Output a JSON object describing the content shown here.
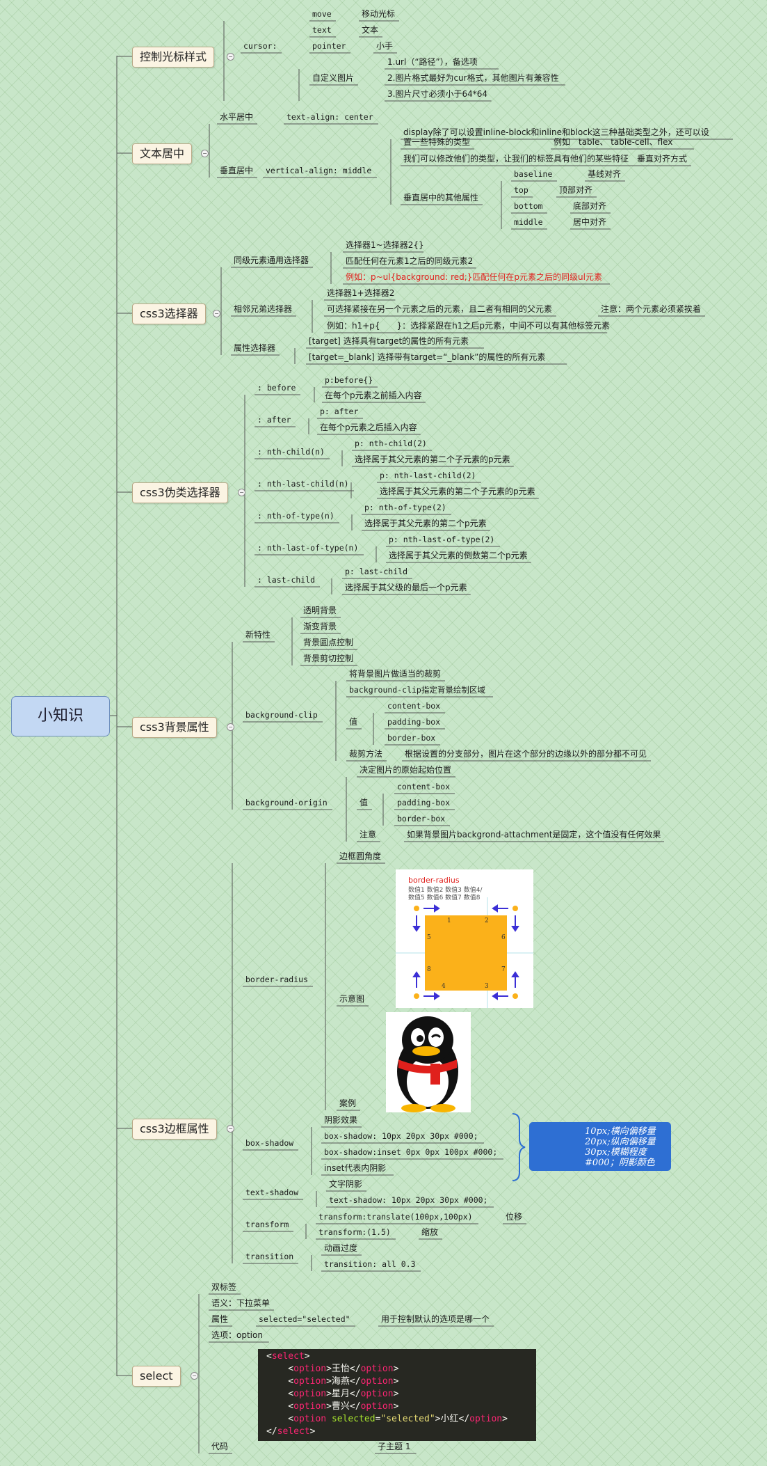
{
  "root": {
    "label": "小知识"
  },
  "branches": [
    {
      "id": "cursor",
      "label": "控制光标样式",
      "items": [
        "cursor:",
        "move",
        "移动光标",
        "text",
        "文本",
        "pointer",
        "小手",
        "自定义图片",
        "1.url（“路径”），备选项",
        "2.图片格式最好为cur格式，其他图片有兼容性",
        "3.图片尺寸必须小于64*64"
      ]
    },
    {
      "id": "text-center",
      "label": "文本居中",
      "items": [
        "水平居中",
        "text-align: center",
        "垂直居中",
        "vertical-align: middle",
        "display除了可以设置inline-block和inline和block这三种基础类型之外，还可以设",
        "置一些特殊的类型",
        "例如　table、 table-cell、flex",
        "我们可以修改他们的类型，让我们的标签具有他们的某些特征　垂直对齐方式",
        "垂直居中的其他属性",
        "baseline",
        "基线对齐",
        "top",
        "顶部对齐",
        "bottom",
        "底部对齐",
        "middle",
        "居中对齐"
      ]
    },
    {
      "id": "css3-selector",
      "label": "css3选择器",
      "items": [
        "同级元素通用选择器",
        "选择器1~选择器2{}",
        "匹配任何在元素1之后的同级元素2",
        "例如：p~ul{background: red;}匹配任何在p元素之后的同级ul元素",
        "相邻兄弟选择器",
        "选择器1+选择器2",
        "可选择紧接在另一个元素之后的元素，且二者有相同的父元素",
        "注意：两个元素必须紧挨着",
        "例如：h1+p{　　}：选择紧跟在h1之后p元素，中间不可以有其他标签元素",
        "属性选择器",
        "[target] 选择具有target的属性的所有元素",
        "[target=_blank] 选择带有target=“_blank”的属性的所有元素"
      ]
    },
    {
      "id": "css3-pseudo",
      "label": "css3伪类选择器",
      "items": [
        ": before",
        "p:before{}",
        "在每个p元素之前插入内容",
        ": after",
        "p: after",
        "在每个p元素之后插入内容",
        ": nth-child(n)",
        "p: nth-child(2)",
        "选择属于其父元素的第二个子元素的p元素",
        ": nth-last-child(n)",
        "p: nth-last-child(2)",
        "选择属于其父元素的第二个子元素的p元素",
        ": nth-of-type(n)",
        "p: nth-of-type(2)",
        "选择属于其父元素的第二个p元素",
        ": nth-last-of-type(n)",
        "p: nth-last-of-type(2)",
        "选择属于其父元素的倒数第二个p元素",
        ": last-child",
        "p: last-child",
        "选择属于其父级的最后一个p元素"
      ]
    },
    {
      "id": "css3-bg",
      "label": "css3背景属性",
      "items": [
        "新特性",
        "透明背景",
        "渐变背景",
        "背景圆点控制",
        "背景剪切控制",
        "background-clip",
        "将背景图片做适当的裁剪",
        "background-clip指定背景绘制区域",
        "值",
        "content-box",
        "padding-box",
        "border-box",
        "裁剪方法",
        "根据设置的分支部分，图片在这个部分的边缘以外的部分都不可见",
        "background-origin",
        "决定图片的原始起始位置",
        "值",
        "content-box",
        "padding-box",
        "border-box",
        "注意",
        "如果背景图片backgrond-attachment是固定，这个值没有任何效果"
      ]
    },
    {
      "id": "css3-border",
      "label": "css3边框属性",
      "items": [
        "border-radius",
        "边框圆角度",
        "示意图",
        "案例",
        "box-shadow",
        "阴影效果",
        "box-shadow: 10px 20px 30px #000;",
        "box-shadow:inset 0px 0px 100px #000;",
        "inset代表内阴影",
        "text-shadow",
        "文字阴影",
        "text-shadow: 10px 20px 30px #000;",
        "transform",
        "transform:translate(100px,100px)",
        "位移",
        "transform:(1.5)",
        "缩放",
        "transition",
        "动画过度",
        "transition: all 0.3"
      ]
    },
    {
      "id": "select",
      "label": "select",
      "items": [
        "双标签",
        "语义：下拉菜单",
        "属性",
        "selected=\"selected\"",
        "用于控制默认的选项是哪一个",
        "选项：option",
        "代码",
        "子主题 1"
      ]
    }
  ],
  "border_radius_image": {
    "title": "border-radius",
    "row1": "数值1  数值2  数值3  数值4/",
    "row2": "数值5  数值6  数值7  数值8",
    "corner_numbers": [
      "1",
      "2",
      "3",
      "4",
      "5",
      "6",
      "7",
      "8"
    ]
  },
  "callout": {
    "lines": [
      "10px;横向偏移量",
      "20px;纵向偏移量",
      "30px;模糊程度",
      "#000；阴影颜色"
    ]
  },
  "code_lines": [
    [
      {
        "t": "<",
        "c": "p"
      },
      {
        "t": "select",
        "c": "tag"
      },
      {
        "t": ">",
        "c": "p"
      }
    ],
    [
      {
        "t": "    <",
        "c": "p"
      },
      {
        "t": "option",
        "c": "tag"
      },
      {
        "t": ">王怡</",
        "c": "p"
      },
      {
        "t": "option",
        "c": "tag"
      },
      {
        "t": ">",
        "c": "p"
      }
    ],
    [
      {
        "t": "    <",
        "c": "p"
      },
      {
        "t": "option",
        "c": "tag"
      },
      {
        "t": ">海燕</",
        "c": "p"
      },
      {
        "t": "option",
        "c": "tag"
      },
      {
        "t": ">",
        "c": "p"
      }
    ],
    [
      {
        "t": "    <",
        "c": "p"
      },
      {
        "t": "option",
        "c": "tag"
      },
      {
        "t": ">星月</",
        "c": "p"
      },
      {
        "t": "option",
        "c": "tag"
      },
      {
        "t": ">",
        "c": "p"
      }
    ],
    [
      {
        "t": "    <",
        "c": "p"
      },
      {
        "t": "option",
        "c": "tag"
      },
      {
        "t": ">曹兴</",
        "c": "p"
      },
      {
        "t": "option",
        "c": "tag"
      },
      {
        "t": ">",
        "c": "p"
      }
    ],
    [
      {
        "t": "    <",
        "c": "p"
      },
      {
        "t": "option",
        "c": "tag"
      },
      {
        "t": " ",
        "c": "p"
      },
      {
        "t": "selected",
        "c": "attr"
      },
      {
        "t": "=",
        "c": "p"
      },
      {
        "t": "\"selected\"",
        "c": "str"
      },
      {
        "t": ">小红</",
        "c": "p"
      },
      {
        "t": "option",
        "c": "tag"
      },
      {
        "t": ">",
        "c": "p"
      }
    ],
    [
      {
        "t": "</",
        "c": "p"
      },
      {
        "t": "select",
        "c": "tag"
      },
      {
        "t": ">",
        "c": "p"
      }
    ]
  ],
  "colors": {
    "background": "#c8e6c9",
    "accent": "#2e6fd3",
    "red_text": "#e0201c"
  }
}
